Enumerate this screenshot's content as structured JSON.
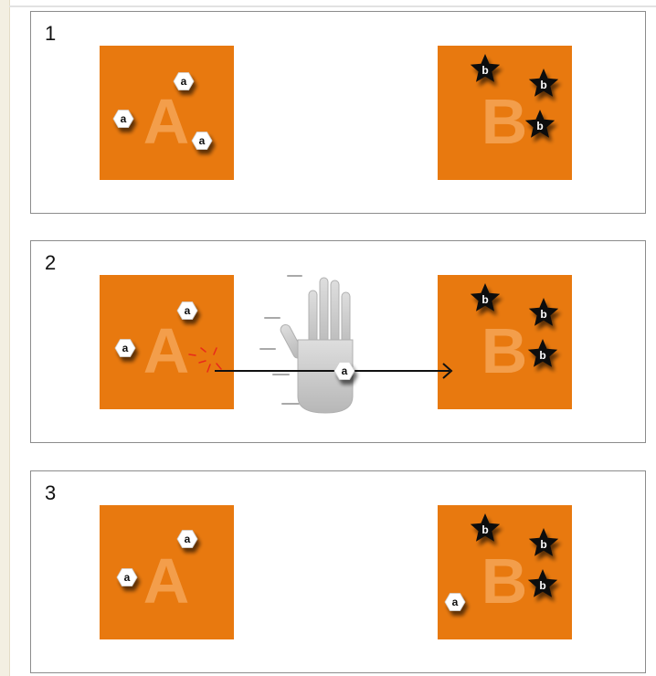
{
  "colors": {
    "square": "#e8790f",
    "square_letter": "#f7ac63",
    "hexagon": "#ffffff",
    "star": "#111111",
    "panel_border": "#8c8c8c",
    "arrow": "#111111",
    "hand": "#c8c8c8"
  },
  "icons": {
    "a_molecule": "white-hexagon-icon",
    "b_molecule": "black-star-icon",
    "transfer": "hand-icon",
    "source_marker": "burst-icon",
    "direction": "arrow-right-icon"
  },
  "panels": [
    {
      "number": "1",
      "left_square": {
        "letter": "A",
        "a_items": [
          "a",
          "a",
          "a"
        ]
      },
      "right_square": {
        "letter": "B",
        "b_items": [
          "b",
          "b",
          "b"
        ],
        "a_items": []
      }
    },
    {
      "number": "2",
      "left_square": {
        "letter": "A",
        "a_items": [
          "a",
          "a"
        ]
      },
      "right_square": {
        "letter": "B",
        "b_items": [
          "b",
          "b",
          "b"
        ],
        "a_items": []
      },
      "moving_item": "a"
    },
    {
      "number": "3",
      "left_square": {
        "letter": "A",
        "a_items": [
          "a",
          "a"
        ]
      },
      "right_square": {
        "letter": "B",
        "b_items": [
          "b",
          "b",
          "b"
        ],
        "a_items": [
          "a"
        ]
      }
    }
  ]
}
